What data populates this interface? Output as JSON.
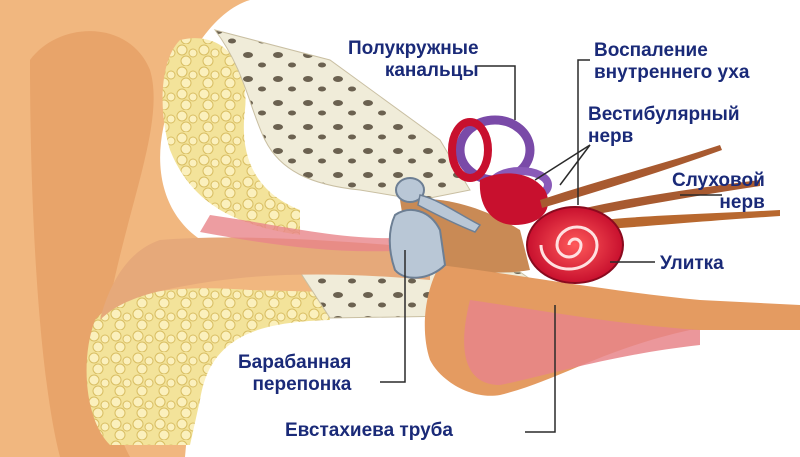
{
  "labels": {
    "semicircular_canals": "Полукружные\nканальцы",
    "inner_ear_inflammation": "Воспаление\nвнутреннего уха",
    "vestibular_nerve": "Вестибулярный\nнерв",
    "auditory_nerve": "Слуховой\nнерв",
    "cochlea": "Улитка",
    "eardrum": "Барабанная\nперепонка",
    "eustachian_tube": "Евстахиева труба"
  },
  "colors": {
    "label_text": "#1a2a78",
    "leader_line": "#2a2a2a",
    "skin": "#f1b77f",
    "skin_dark": "#c97a44",
    "cartilage": "#f3e39a",
    "bone": "#f0ecd9",
    "canal_tissue": "#e6a97a",
    "inflamed": "#d81f2f",
    "canal_purple": "#7a4aa8",
    "nerve": "#a85a30",
    "ossicle": "#b9c7d6"
  }
}
